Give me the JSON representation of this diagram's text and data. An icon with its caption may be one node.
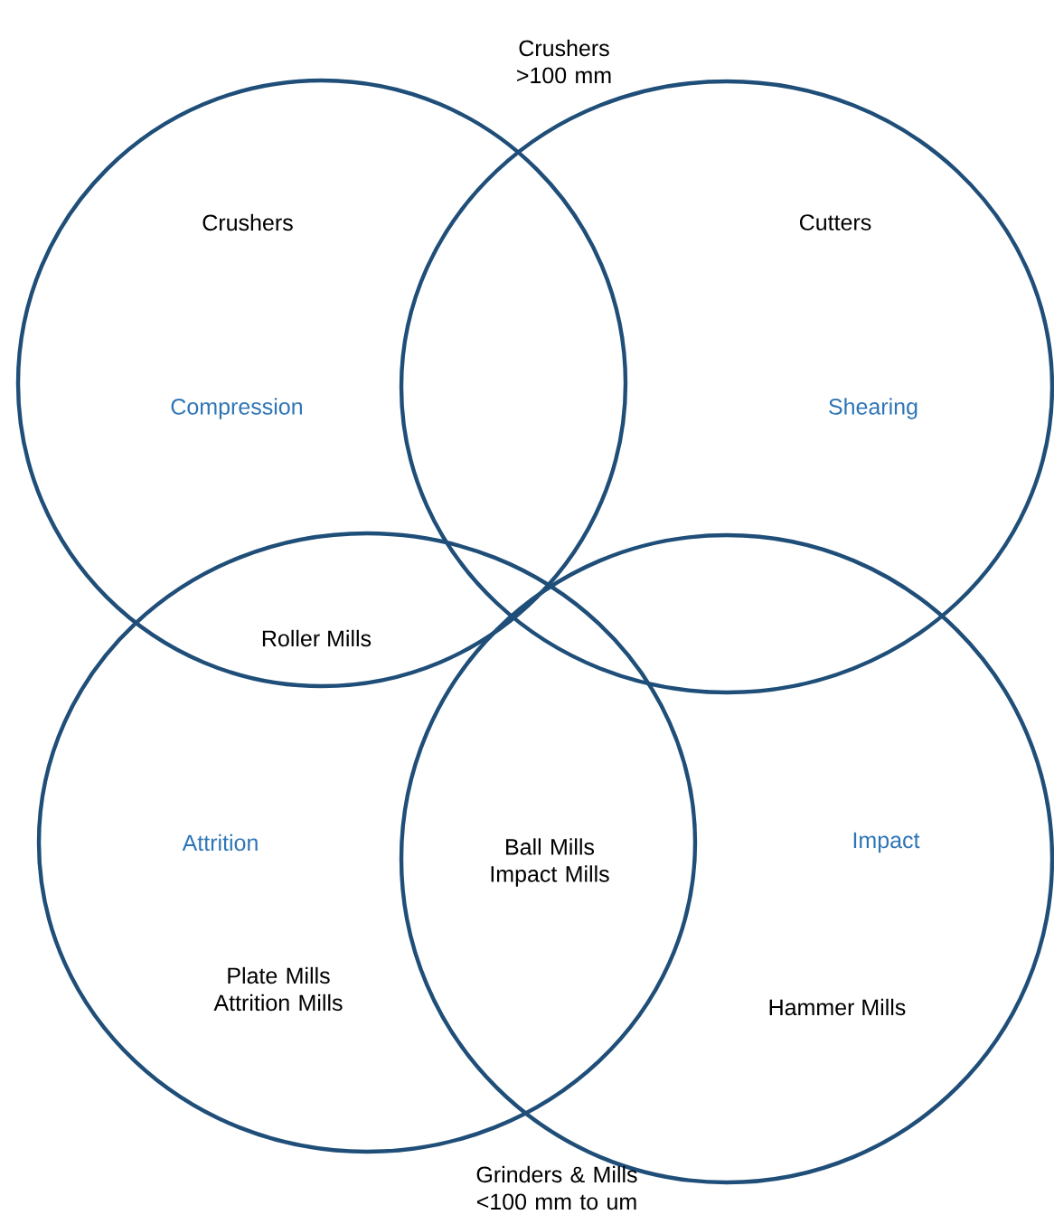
{
  "diagram": {
    "nodes": [
      {
        "text": [
          "Crushers",
          "Compression"
        ]
      },
      {
        "text": [
          "Cutters",
          "Shearing"
        ]
      },
      {
        "text": [
          "Attrition",
          "Plate Mills Attrition Mills"
        ]
      },
      {
        "text": [
          "Impact",
          "Hammer Mills"
        ]
      }
    ],
    "labels": [
      "Crushers >100 mm",
      "Roller Mills",
      "Ball Mills Impact Mills",
      "Grinders & Mills <100 mm to um"
    ]
  }
}
